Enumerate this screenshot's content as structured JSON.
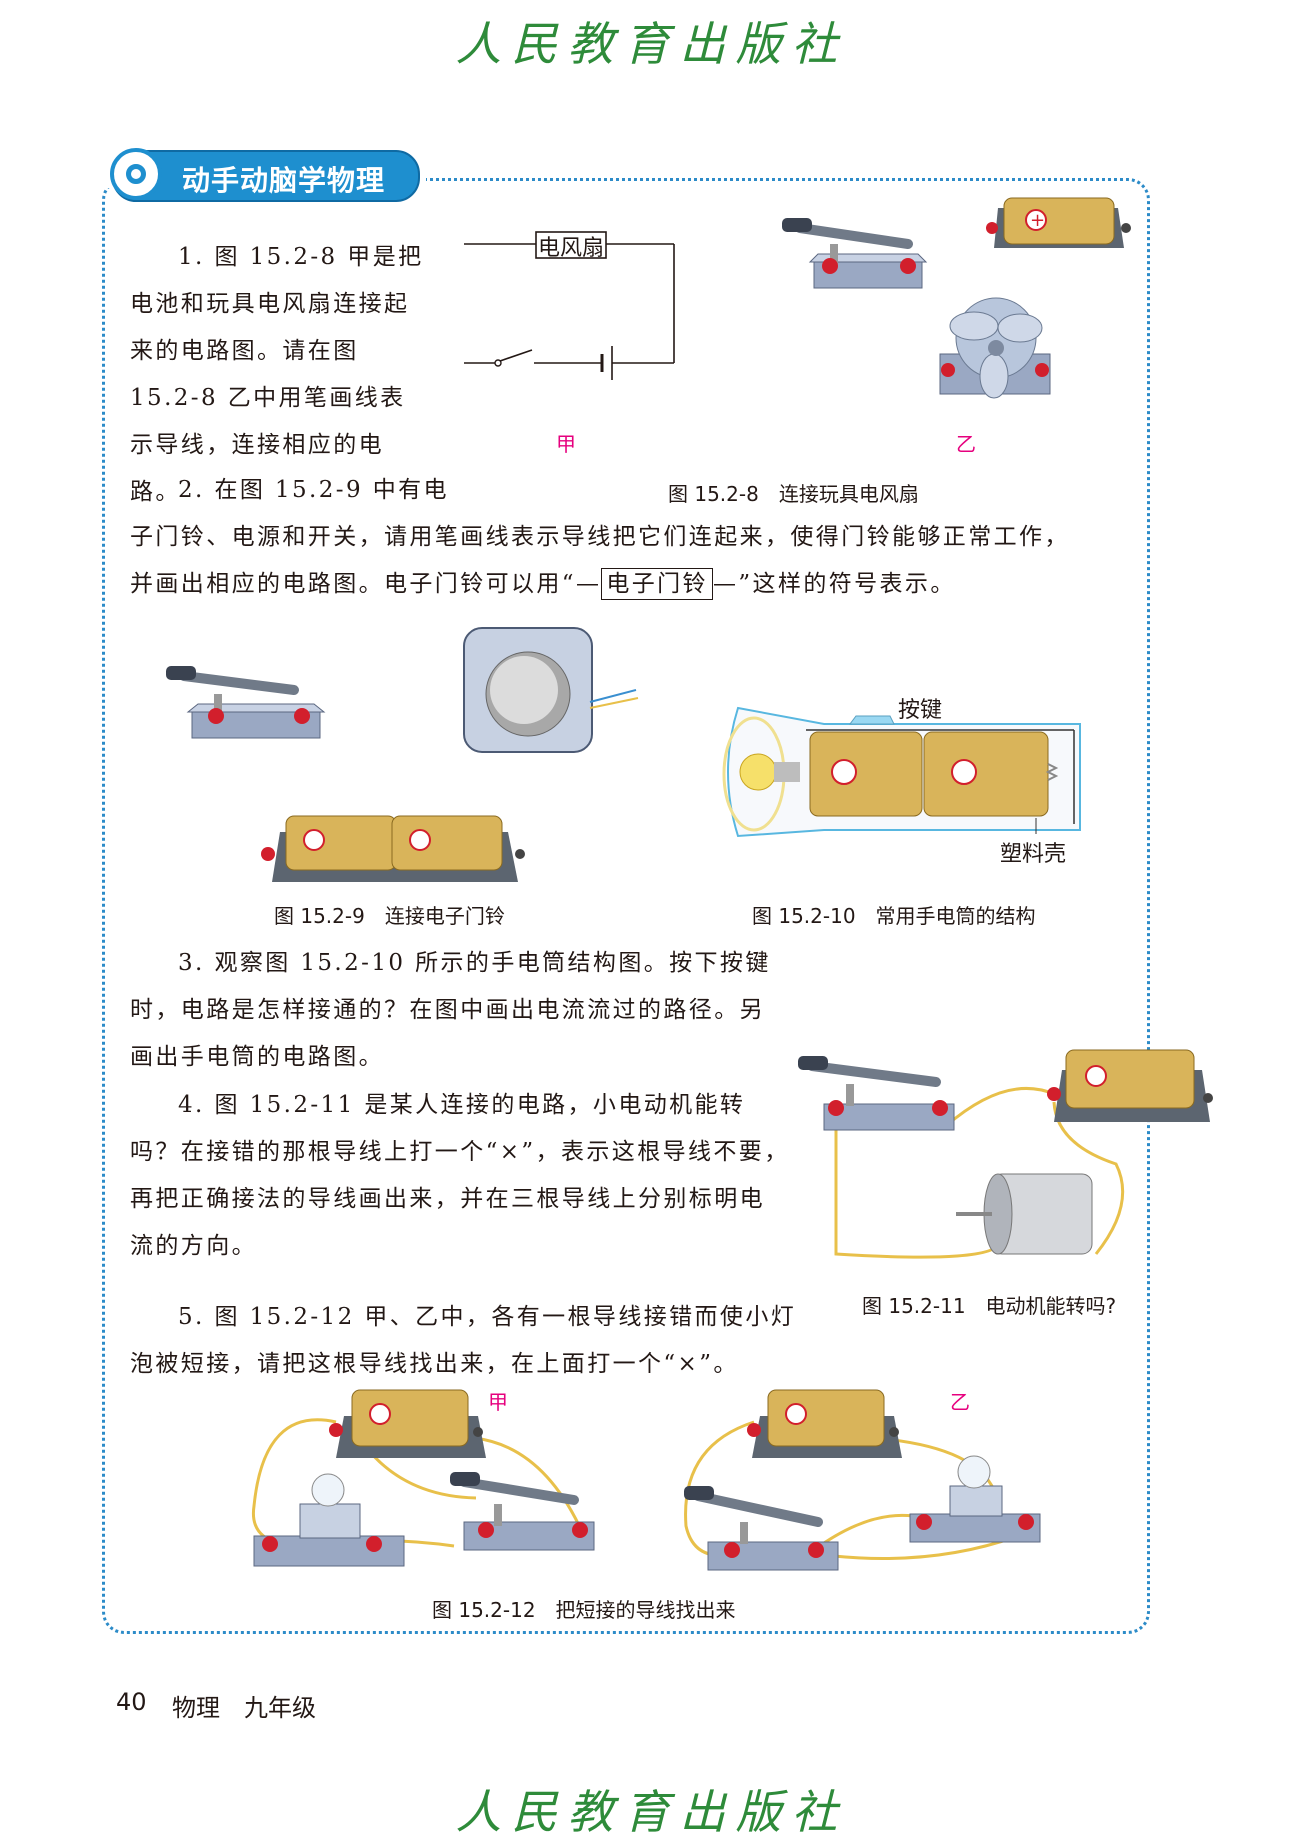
{
  "publisher_logo": "人民教育出版社",
  "section_title": "动手动脑学物理",
  "q1_text": "1. 图 15.2-8 甲是把电池和玩具电风扇连接起来的电路图。请在图 15.2-8 乙中用笔画线表示导线，连接相应的电路。",
  "fan_box_label": "电风扇",
  "label_jia": "甲",
  "label_yi": "乙",
  "fig_15_2_8": "图 15.2-8　连接玩具电风扇",
  "q2_intro": "2. 在图 15.2-9 中有电",
  "q2_line_a": "子门铃、电源和开关，请用笔画线表示导线把它们连起来，使得门铃能够正常工作，",
  "q2_line_b_pre": "并画出相应的电路图。电子门铃可以用“—",
  "doorbell_symbol": "电子门铃",
  "q2_line_b_post": "—”这样的符号表示。",
  "flashlight_key_label": "按键",
  "flashlight_shell_label": "塑料壳",
  "fig_15_2_9": "图 15.2-9　连接电子门铃",
  "fig_15_2_10": "图 15.2-10　常用手电筒的结构",
  "q3_text": "3. 观察图 15.2-10 所示的手电筒结构图。按下按键时，电路是怎样接通的？在图中画出电流流过的路径。另画出手电筒的电路图。",
  "q4_text": "4. 图 15.2-11 是某人连接的电路，小电动机能转吗？在接错的那根导线上打一个“×”，表示这根导线不要，再把正确接法的导线画出来，并在三根导线上分别标明电流的方向。",
  "fig_15_2_11": "图 15.2-11　电动机能转吗?",
  "q5_text": "5. 图 15.2-12 甲、乙中，各有一根导线接错而使小灯泡被短接，请把这根导线找出来，在上面打一个“×”。",
  "fig_15_2_12": "图 15.2-12　把短接的导线找出来",
  "page_number": "40",
  "footer_subject": "物理　九年级",
  "colors": {
    "brand_green": "#2e8b3a",
    "section_blue": "#1e8fcf",
    "label_magenta": "#e6007e",
    "wire_yellow": "#e8c04a",
    "battery_gold": "#d9b45a"
  }
}
